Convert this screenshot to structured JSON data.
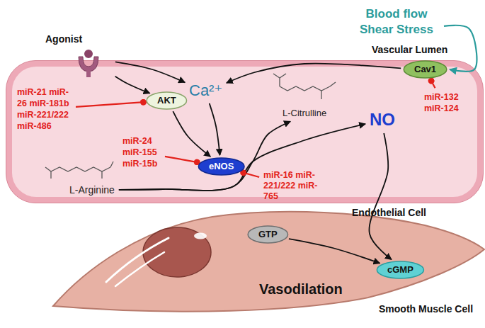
{
  "diagram": {
    "nodes": [
      {
        "text": [
          "Agonist"
        ]
      },
      {
        "text": [
          "Blood flow Shear Stress"
        ]
      },
      {
        "text": [
          "Endothelial Cell"
        ]
      },
      {
        "text": [
          "miR-21 miR-26 miR-181b miR-221/222 miR-486"
        ],
        "in": 2
      },
      {
        "text": [
          "AKT"
        ],
        "in": 2
      },
      {
        "text": [
          "Ca²⁺"
        ],
        "in": 2
      },
      {
        "text": [
          "Cav1"
        ],
        "in": 2
      },
      {
        "text": [
          "miR-132 miR-124"
        ],
        "in": 2
      },
      {
        "text": [
          "L-Citrulline"
        ],
        "in": 2
      },
      {
        "text": [
          "miR-24 miR-155 miR-15b"
        ],
        "in": 2
      },
      {
        "text": [
          "eNOS"
        ],
        "in": 2
      },
      {
        "text": [
          "NO"
        ],
        "in": 2
      },
      {
        "text": [
          "miR-16 miR-221/222 miR-765"
        ],
        "in": 2
      },
      {
        "text": [
          "L-Arginine"
        ],
        "in": 2
      },
      {
        "text": [
          "Smooth Muscle Cell"
        ]
      },
      {
        "text": [
          "GTP"
        ],
        "in": 14
      },
      {
        "text": [
          "cGMP"
        ],
        "in": 14
      }
    ],
    "edges": [
      {
        "from": 0,
        "to": 4,
        "arrow": "to"
      },
      {
        "from": 0,
        "to": 5,
        "arrow": "to"
      },
      {
        "from": 1,
        "to": 6,
        "arrow": "to"
      },
      {
        "from": 6,
        "to": 5,
        "arrow": "to"
      },
      {
        "from": 4,
        "to": 10,
        "arrow": "to"
      },
      {
        "from": 5,
        "to": 10,
        "arrow": "to"
      },
      {
        "from": 13,
        "to": 8,
        "arrow": "to"
      },
      {
        "from": 13,
        "to": 11,
        "arrow": "to"
      },
      {
        "from": 11,
        "to": 16,
        "arrow": "to"
      },
      {
        "from": 15,
        "to": 16,
        "arrow": "to"
      },
      {
        "from": 3,
        "to": 4,
        "arrow": "to"
      },
      {
        "from": 9,
        "to": 10,
        "arrow": "to"
      },
      {
        "from": 12,
        "to": 10,
        "arrow": "to"
      },
      {
        "from": 7,
        "to": 6,
        "arrow": "to"
      }
    ],
    "labels": [
      "Vascular Lumen",
      "Vasodilation"
    ]
  }
}
